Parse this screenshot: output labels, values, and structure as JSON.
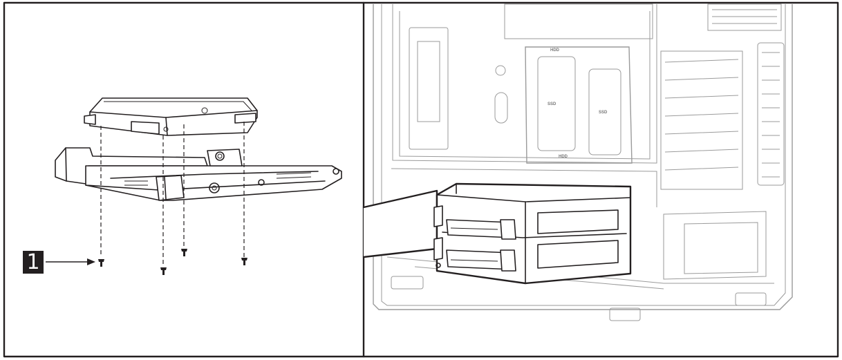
{
  "step": {
    "number": "1"
  },
  "labels": {
    "hdd_top": "HDD",
    "ssd_left": "SSD",
    "ssd_right": "SSD",
    "hdd_bottom": "HDD"
  },
  "icons": [
    "screw-icon",
    "arrow-icon"
  ]
}
